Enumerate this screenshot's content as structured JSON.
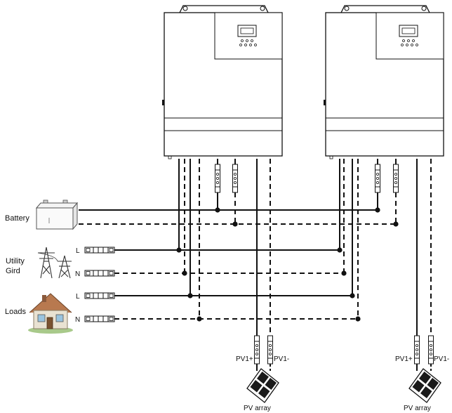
{
  "labels": {
    "battery": "Battery",
    "utility_line1": "Utility",
    "utility_line2": "Gird",
    "loads": "Loads",
    "l1": "L",
    "n1": "N",
    "l2": "L",
    "n2": "N",
    "pv1_plus_a": "PV1+",
    "pv1_minus_a": "PV1-",
    "pv1_plus_b": "PV1+",
    "pv1_minus_b": "PV1-",
    "pv_array_a": "PV array",
    "pv_array_b": "PV array"
  },
  "colors": {
    "line": "#111111",
    "panel_cell": "#1a1a1a"
  },
  "icons": [
    "inverter-icon",
    "battery-icon",
    "power-tower-icon",
    "house-icon",
    "fuse-icon",
    "solar-panel-icon",
    "breaker-icon"
  ]
}
